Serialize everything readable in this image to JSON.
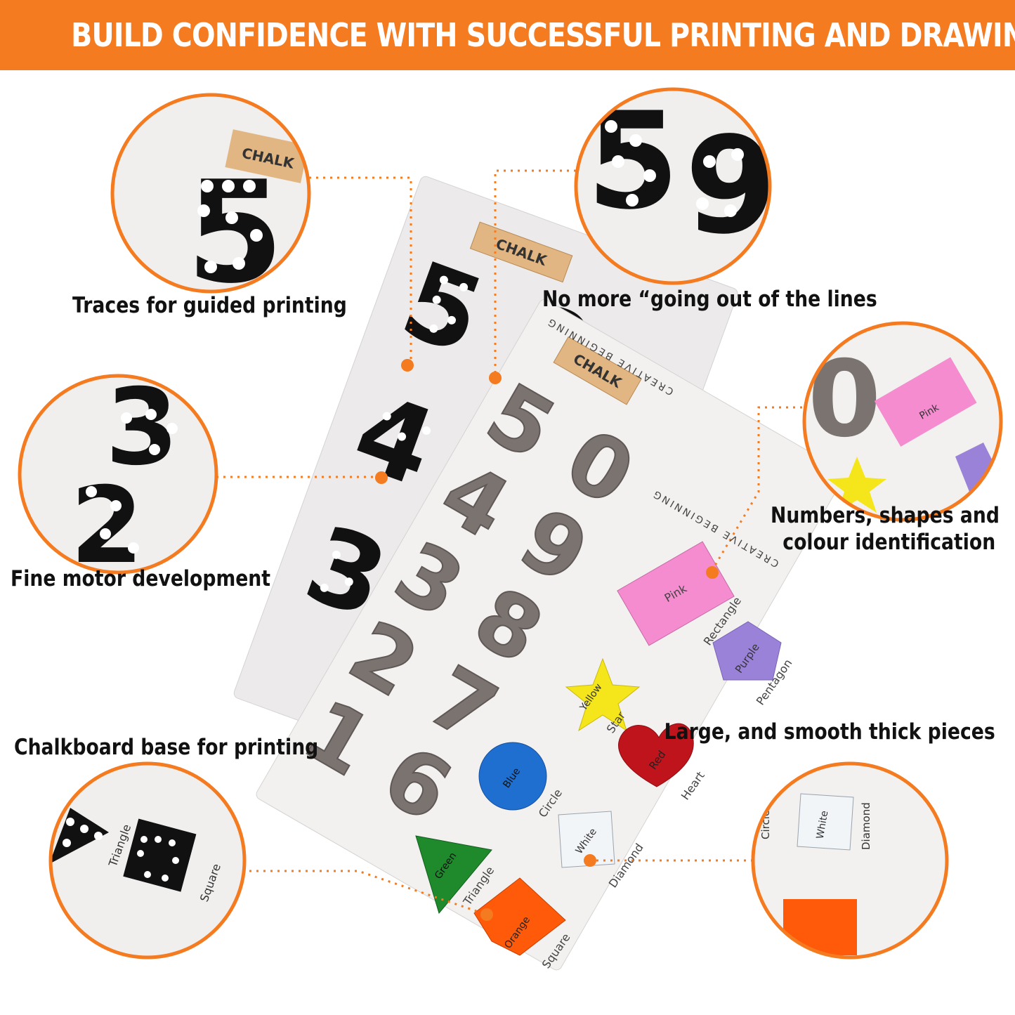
{
  "banner": {
    "title": "BUILD CONFIDENCE WITH SUCCESSFUL PRINTING AND DRAWING",
    "color": "#f47b20"
  },
  "features": [
    {
      "label": "Traces for guided printing"
    },
    {
      "label": "No more “going out of the lines"
    },
    {
      "label": "Fine motor development"
    },
    {
      "label": "Numbers, shapes and",
      "label2": "colour identification"
    },
    {
      "label": "Chalkboard base for printing"
    },
    {
      "label": "Large, and smooth thick pieces"
    }
  ],
  "board": {
    "chalk_label": "CHALK",
    "brand": "CREATIVE BEGINNING",
    "numbers": [
      "1",
      "2",
      "3",
      "4",
      "5",
      "6",
      "7",
      "8",
      "9",
      "0"
    ],
    "shapes": [
      {
        "color_name": "Pink",
        "shape": "Rectangle",
        "color": "#f48ccf"
      },
      {
        "color_name": "Purple",
        "shape": "Pentagon",
        "color": "#9b82d9"
      },
      {
        "color_name": "Yellow",
        "shape": "Star",
        "color": "#f5e61c"
      },
      {
        "color_name": "Red",
        "shape": "Heart",
        "color": "#c0141c"
      },
      {
        "color_name": "Blue",
        "shape": "Circle",
        "color": "#1f6fd1"
      },
      {
        "color_name": "White",
        "shape": "Diamond",
        "color": "#f2f5f8"
      },
      {
        "color_name": "Green",
        "shape": "Triangle",
        "color": "#1e8a2c"
      },
      {
        "color_name": "Orange",
        "shape": "Square",
        "color": "#ff5a0a"
      }
    ]
  },
  "accent_color": "#f47b20"
}
